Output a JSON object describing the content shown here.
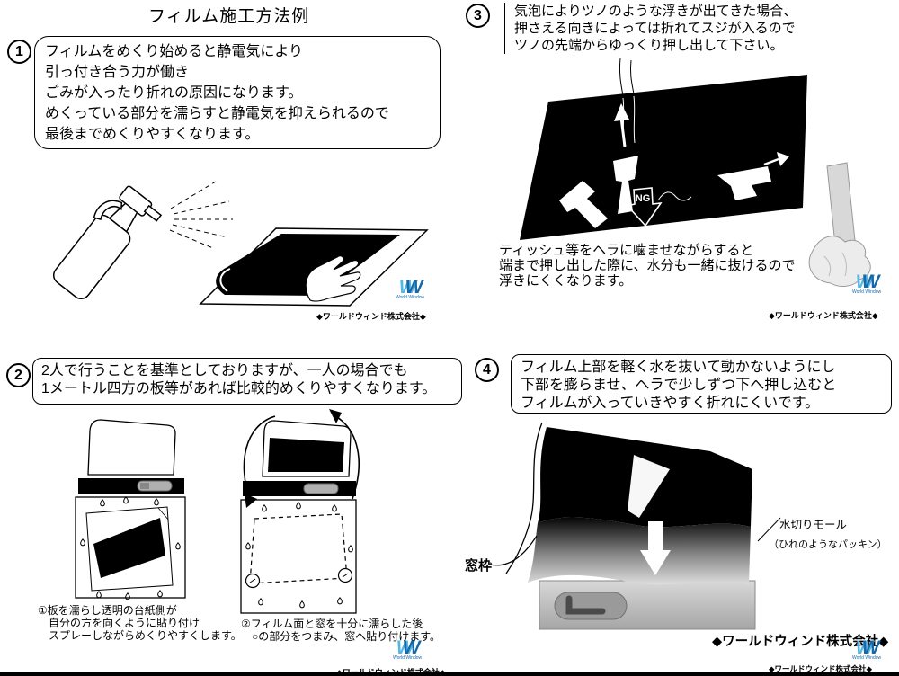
{
  "title": "フィルム施工方法例",
  "steps": {
    "step1": {
      "number": "1",
      "instructions": [
        "フィルムをめくり始めると静電気により",
        "引っ付き合う力が働き",
        "ごみが入ったり折れの原因になります。",
        "めくっている部分を濡らすと静電気を抑えられるので",
        "最後までめくりやすくなります。"
      ]
    },
    "step2": {
      "number": "2",
      "instructions": [
        "2人で行うことを基準としておりますが、一人の場合でも",
        "1メートル四方の板等があれば比較的めくりやすくなります。"
      ],
      "caption_left": [
        "①板を濡らし透明の台紙側が",
        "　自分の方を向くように貼り付け",
        "　スプレーしながらめくりやすくします。"
      ],
      "caption_right": [
        "②フィルム面と窓を十分に濡らした後",
        "　○の部分をつまみ、窓へ貼り付けます。"
      ]
    },
    "step3": {
      "number": "3",
      "instructions": [
        "気泡によりツノのような浮きが出てきた場合、",
        "押さえる向きによっては折れてスジが入るので",
        "ツノの先端からゆっくり押し出して下さい。"
      ],
      "ng_label": "NG",
      "note": [
        "ティッシュ等をヘラに噛ませながらすると",
        "端まで押し出した際に、水分も一緒に抜けるので",
        "浮きにくくなります。"
      ]
    },
    "step4": {
      "number": "4",
      "instructions": [
        "フィルム上部を軽く水を抜いて動かないようにし",
        "下部を膨らませ、ヘラで少しずつ下へ押し込むと",
        "フィルムが入っていきやすく折れにくいです。"
      ],
      "labels": {
        "window_frame": "窓枠",
        "drip_molding": "水切りモール",
        "drip_molding_note": "（ひれのようなパッキン）"
      }
    }
  },
  "branding": {
    "logo_letter": "W",
    "logo_subtext": "World Window",
    "company": "◆ワールドウィンド株式会社◆",
    "colors": {
      "logo_light_blue": "#56b7e6",
      "logo_dark_blue": "#1668a8"
    }
  }
}
